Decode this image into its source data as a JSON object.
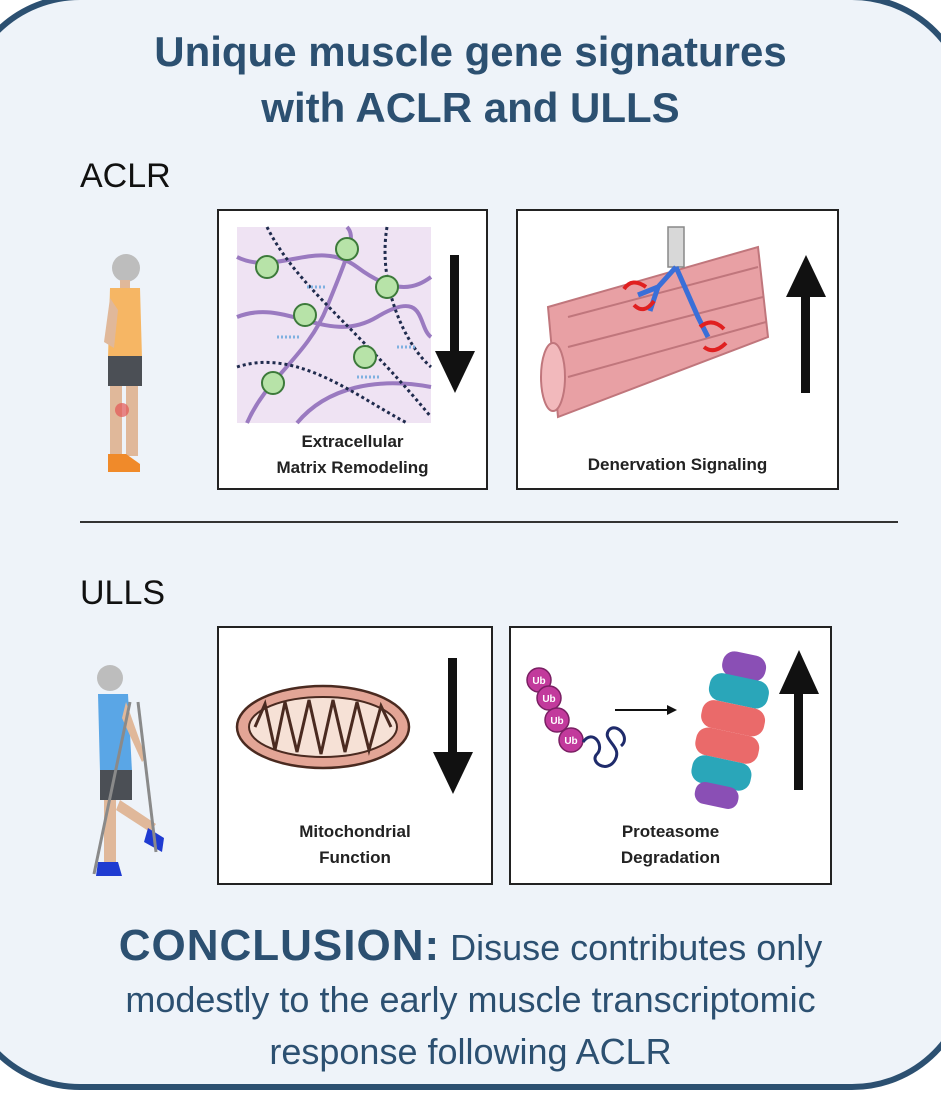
{
  "title_line1": "Unique muscle gene signatures",
  "title_line2": "with ACLR and ULLS",
  "sections": [
    {
      "label": "ACLR",
      "panels": [
        {
          "label_line1": "Extracellular",
          "label_line2": "Matrix Remodeling",
          "direction": "down"
        },
        {
          "label_line1": "Denervation Signaling",
          "label_line2": "",
          "direction": "up"
        }
      ]
    },
    {
      "label": "ULLS",
      "panels": [
        {
          "label_line1": "Mitochondrial",
          "label_line2": "Function",
          "direction": "down"
        },
        {
          "label_line1": "Proteasome",
          "label_line2": "Degradation",
          "direction": "up"
        }
      ]
    }
  ],
  "ubiquitin_label": "Ub",
  "conclusion": {
    "head": "CONCLUSION:",
    "text_line1": " Disuse contributes only",
    "text_line2": "modestly to the early muscle transcriptomic",
    "text_line3": "response following ACLR"
  },
  "colors": {
    "title": "#2c5071",
    "frame_bg": "#eef3f9",
    "muscle": "#e8a0a4",
    "nerve": "#3a6fd8",
    "ecm_bg": "#efe3f3",
    "mito": "#e3a596",
    "ubiquitin": "#c23a9c"
  }
}
